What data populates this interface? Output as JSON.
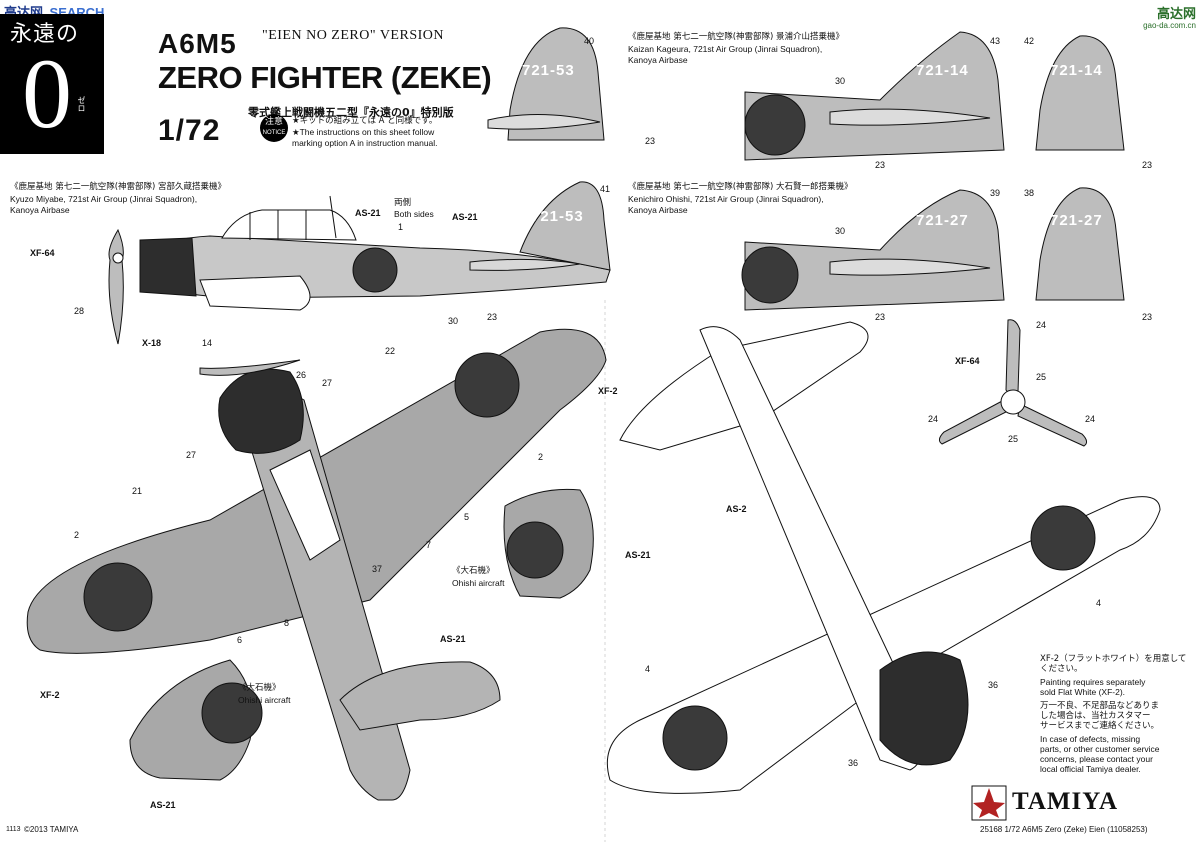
{
  "watermark": {
    "brand_cn": "高达网",
    "search": "SEARCH",
    "url": "gao-da.com.cn"
  },
  "logo": {
    "eien_chars": "永遠の",
    "zero_char": "0",
    "zero_ruby": "ゼロ"
  },
  "header": {
    "version_label": "\"EIEN NO ZERO\" VERSION",
    "model_code": "A6M5",
    "title": "ZERO FIGHTER (ZEKE)",
    "subtitle_jp": "零式艦上戦闘機五二型『永遠の0』特別版",
    "scale": "1/72",
    "notice_badge_jp": "注意",
    "notice_badge_en": "NOTICE",
    "notice_jp": "★キットの組み立ては A と同様です。",
    "notice_en_1": "★The instructions on this sheet follow",
    "notice_en_2": "marking option A in instruction manual."
  },
  "captions": {
    "miyabe_jp": "《鹿屋基地 第七二一航空隊(神雷部隊) 宮部久蔵搭乗機》",
    "miyabe_en_1": "Kyuzo Miyabe, 721st Air Group (Jinrai Squadron),",
    "miyabe_en_2": "Kanoya Airbase",
    "kageura_jp": "《鹿屋基地 第七二一航空隊(神雷部隊) 景浦介山搭乗機》",
    "kageura_en_1": "Kaizan Kageura, 721st Air Group (Jinrai Squadron),",
    "kageura_en_2": "Kanoya Airbase",
    "ohishi_jp": "《鹿屋基地 第七二一航空隊(神雷部隊) 大石賢一郎搭乗機》",
    "ohishi_en_1": "Kenichiro Ohishi, 721st Air Group (Jinrai Squadron),",
    "ohishi_en_2": "Kanoya Airbase",
    "ohishi_aircraft_jp": "《大石機》",
    "ohishi_aircraft_en": "Ohishi aircraft",
    "both_sides_jp": "両側",
    "both_sides_en": "Both sides"
  },
  "tail_codes": {
    "miyabe": "721-53",
    "kageura": "721-14",
    "ohishi": "721-27"
  },
  "paint_codes": {
    "as21": "AS-21",
    "as2": "AS-2",
    "xf64": "XF-64",
    "xf2": "XF-2",
    "x18": "X-18"
  },
  "decal_numbers": {
    "n1": "1",
    "n2": "2",
    "n4": "4",
    "n5": "5",
    "n6": "6",
    "n7": "7",
    "n8": "8",
    "n14": "14",
    "n21": "21",
    "n22": "22",
    "n23": "23",
    "n24": "24",
    "n25": "25",
    "n26": "26",
    "n27": "27",
    "n28": "28",
    "n30": "30",
    "n36": "36",
    "n37": "37",
    "n38": "38",
    "n39": "39",
    "n40": "40",
    "n41": "41",
    "n42": "42",
    "n43": "43"
  },
  "notes": {
    "xf2_jp": "XF-2（フラットホワイト）を用意してください。",
    "painting_en_1": "Painting requires separately",
    "painting_en_2": "sold Flat White (XF-2).",
    "defect_jp_1": "万一不良、不足部品などありま",
    "defect_jp_2": "した場合は、当社カスタマー",
    "defect_jp_3": "サービスまでご連絡ください。",
    "defect_en_1": "In case of defects, missing",
    "defect_en_2": "parts, or other customer service",
    "defect_en_3": "concerns, please contact your",
    "defect_en_4": "local official Tamiya dealer."
  },
  "footer": {
    "page_code": "1113",
    "copyright": "©2013 TAMIYA",
    "product_line": "25168 1/72 A6M5 Zero (Zeke) Eien (11058253)",
    "brand": "TAMIYA"
  },
  "colors": {
    "roundel": "#3a3a3a",
    "camo_top": "#8a8a8a",
    "ink": "#111111",
    "badge": "#000000"
  }
}
